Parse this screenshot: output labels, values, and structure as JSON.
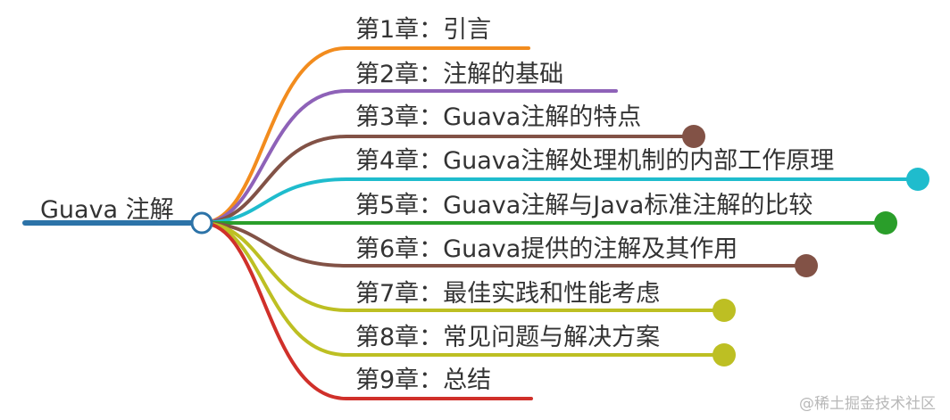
{
  "root": {
    "label": "Guava 注解",
    "color": "#2c73a8"
  },
  "branches": [
    {
      "label": "第1章：引言",
      "color": "#f28c1e",
      "end_dot": false
    },
    {
      "label": "第2章：注解的基础",
      "color": "#8e62b8",
      "end_dot": false
    },
    {
      "label": "第3章：Guava注解的特点",
      "color": "#825246",
      "end_dot": true
    },
    {
      "label": "第4章：Guava注解处理机制的内部工作原理",
      "color": "#1fbccd",
      "end_dot": true
    },
    {
      "label": "第5章：Guava注解与Java标准注解的比较",
      "color": "#2a9e2a",
      "end_dot": true
    },
    {
      "label": "第6章：Guava提供的注解及其作用",
      "color": "#825246",
      "end_dot": true
    },
    {
      "label": "第7章：最佳实践和性能考虑",
      "color": "#bdbf23",
      "end_dot": true
    },
    {
      "label": "第8章：常见问题与解决方案",
      "color": "#bdbf23",
      "end_dot": true
    },
    {
      "label": "第9章：总结",
      "color": "#d0302a",
      "end_dot": false
    }
  ],
  "watermark": "@稀土掘金技术社区"
}
